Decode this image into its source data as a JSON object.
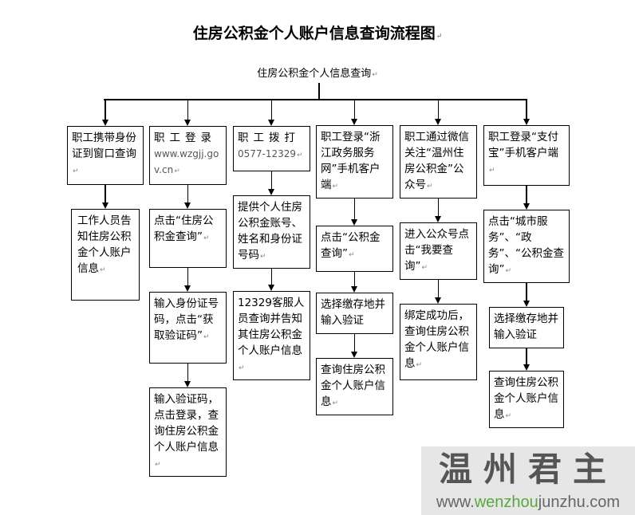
{
  "title": "住房公积金个人账户信息查询流程图",
  "subtitle": "住房公积金个人信息查询",
  "columns": [
    {
      "steps": [
        "职工携带身份证到窗口查询",
        "工作人员告知住房公积金个人账户信息"
      ]
    },
    {
      "steps": [
        "职工登录",
        "www.wzgjj.gov.cn",
        "点击“住房公积金查询”",
        "输入身份证号码，点击“获取验证码”",
        "输入验证码，点击登录，查询住房公积金个人账户信息"
      ]
    },
    {
      "steps": [
        "职工拨打",
        "0577-12329",
        "提供个人住房公积金账号、姓名和身份证号码",
        "12329客服人员查询并告知其住房公积金个人账户信息"
      ]
    },
    {
      "steps": [
        "职工登录“浙江政务服务网”手机客户端",
        "点击“公积金查询”",
        "选择缴存地并输入验证",
        "查询住房公积金个人账户信息"
      ]
    },
    {
      "steps": [
        "职工通过微信关注“温州住房公积金”公众号",
        "进入公众号点击“我要查询”",
        "绑定成功后，查询住房公积金个人账户信息"
      ]
    },
    {
      "steps": [
        "职工登录“支付宝”手机客户端",
        "点击“城市服务”、“政务”、“公积金查询”",
        "选择缴存地并输入验证",
        "查询住房公积金个人账户信息"
      ]
    }
  ],
  "watermark": {
    "name": "温州君主",
    "url_prefix": "www.",
    "url_green": "wenzhou",
    "url_mid": "junzhu",
    "url_suffix": ".com"
  }
}
